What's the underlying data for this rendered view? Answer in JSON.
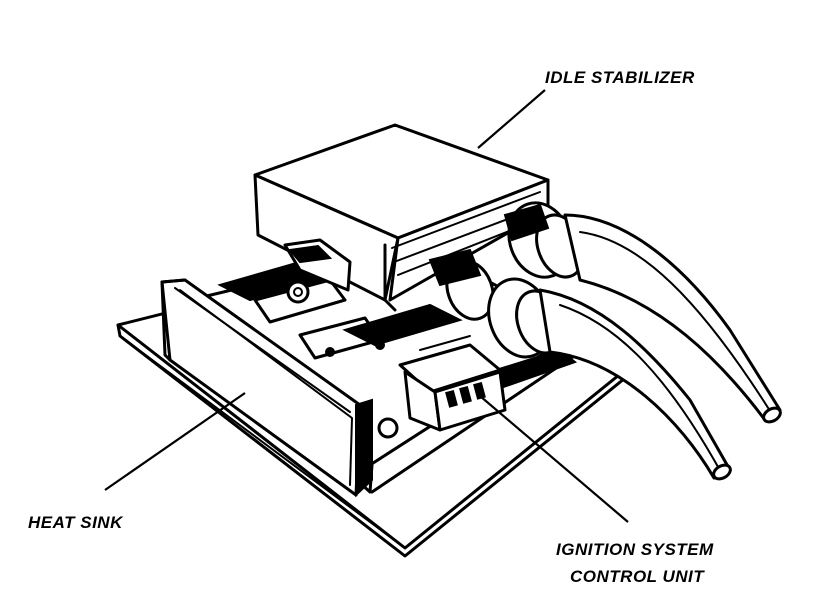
{
  "labels": {
    "idle_stabilizer": "IDLE STABILIZER",
    "heat_sink": "HEAT SINK",
    "ignition_line1": "IGNITION SYSTEM",
    "ignition_line2": "CONTROL UNIT"
  },
  "colors": {
    "ink": "#000000",
    "paper": "#ffffff"
  }
}
